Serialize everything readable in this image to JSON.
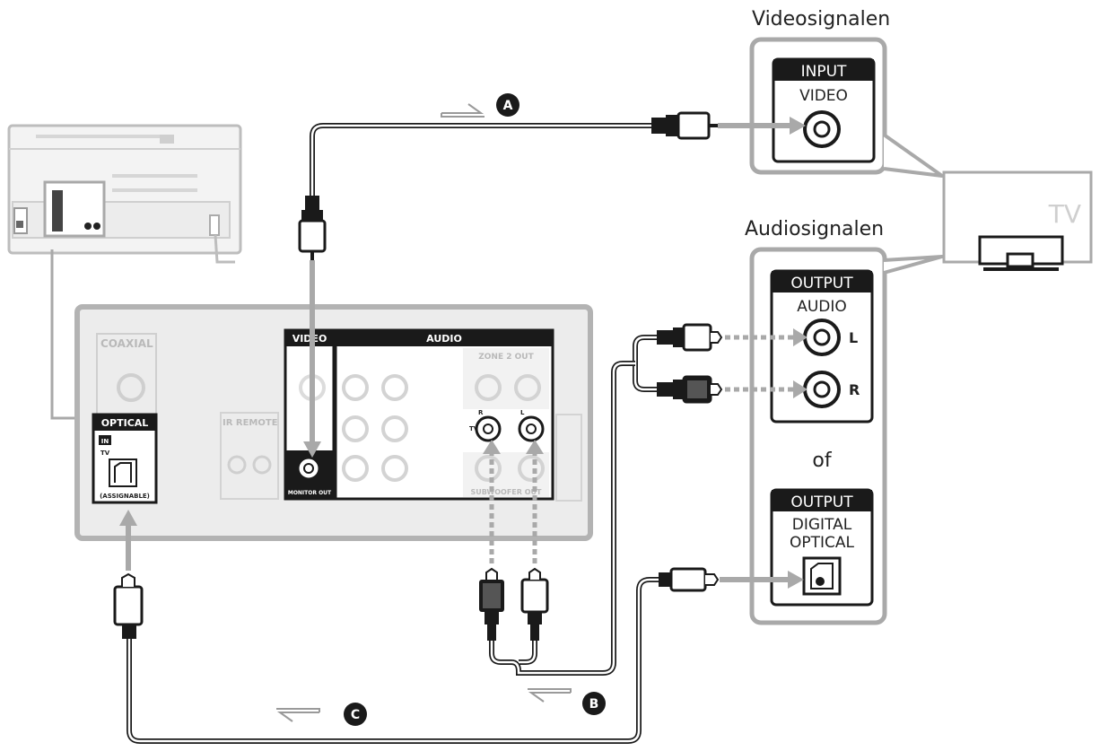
{
  "labels": {
    "video_signals": "Videosignalen",
    "audio_signals": "Audiosignalen",
    "or": "of",
    "tv": "TV"
  },
  "tv_panel": {
    "video_input_header": "INPUT",
    "video_input_label": "VIDEO",
    "audio_output_header": "OUTPUT",
    "audio_output_label": "AUDIO",
    "audio_left": "L",
    "audio_right": "R",
    "optical_output_header": "OUTPUT",
    "optical_label_line1": "DIGITAL",
    "optical_label_line2": "OPTICAL"
  },
  "receiver_panel": {
    "coaxial": "COAXIAL",
    "optical": "OPTICAL",
    "optical_in": "IN",
    "optical_tv": "TV",
    "optical_assignable": "(ASSIGNABLE)",
    "ir_remote": "IR REMOTE",
    "video": "VIDEO",
    "audio": "AUDIO",
    "monitor_out": "MONITOR OUT",
    "zone_out": "ZONE 2 OUT",
    "subwoofer_out": "SUBWOOFER OUT",
    "tv_in": "TV",
    "ch_r": "R",
    "ch_l": "L"
  },
  "cables": {
    "a": "A",
    "b": "B",
    "c": "C"
  }
}
